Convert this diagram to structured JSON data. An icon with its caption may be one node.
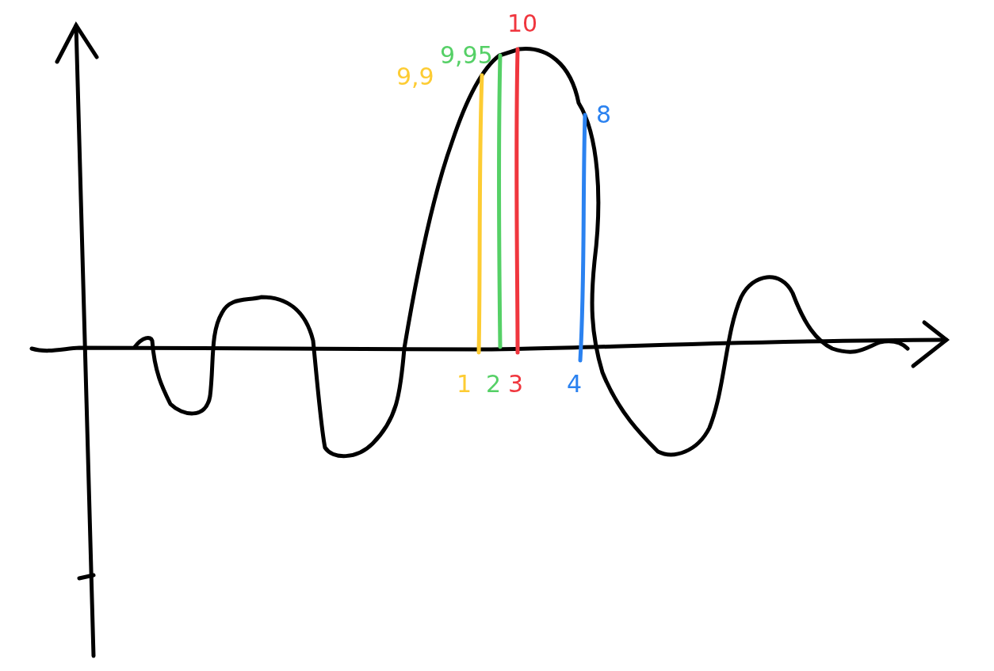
{
  "diagram": {
    "labels": [
      "10",
      "9,95",
      "9,9",
      "8",
      "1",
      "2",
      "3",
      "4"
    ]
  }
}
